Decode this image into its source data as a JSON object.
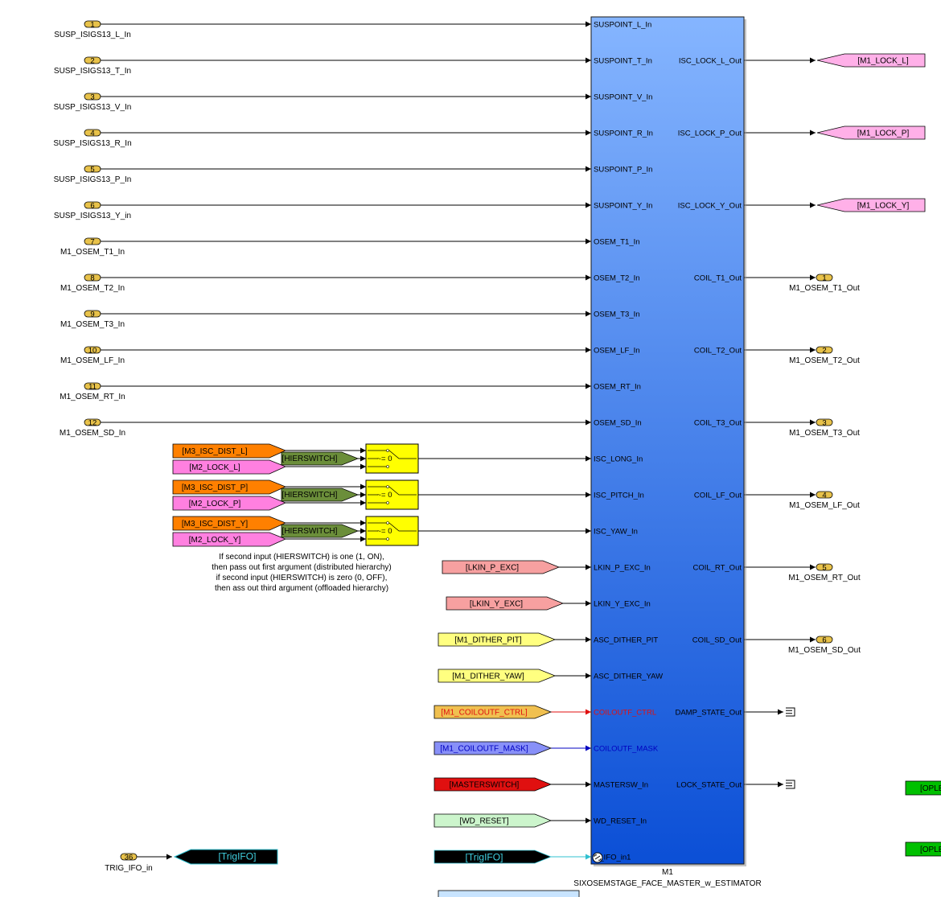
{
  "inports": [
    {
      "num": "1",
      "name": "SUSP_ISIGS13_L_In"
    },
    {
      "num": "2",
      "name": "SUSP_ISIGS13_T_In"
    },
    {
      "num": "3",
      "name": "SUSP_ISIGS13_V_In"
    },
    {
      "num": "4",
      "name": "SUSP_ISIGS13_R_In"
    },
    {
      "num": "5",
      "name": "SUSP_ISIGS13_P_In"
    },
    {
      "num": "6",
      "name": "SUSP_ISIGS13_Y_in"
    },
    {
      "num": "7",
      "name": "M1_OSEM_T1_In"
    },
    {
      "num": "8",
      "name": "M1_OSEM_T2_In"
    },
    {
      "num": "9",
      "name": "M1_OSEM_T3_In"
    },
    {
      "num": "10",
      "name": "M1_OSEM_LF_In"
    },
    {
      "num": "11",
      "name": "M1_OSEM_RT_In"
    },
    {
      "num": "12",
      "name": "M1_OSEM_SD_In"
    }
  ],
  "trig_inport": {
    "num": "36",
    "name": "TRIG_IFO_in"
  },
  "trig_goto": "[TrigIFO]",
  "block": {
    "name": "M1",
    "subtitle": "SIXOSEMSTAGE_FACE_MASTER_w_ESTIMATOR",
    "inputs": [
      "SUSPOINT_L_In",
      "SUSPOINT_T_In",
      "SUSPOINT_V_In",
      "SUSPOINT_R_In",
      "SUSPOINT_P_In",
      "SUSPOINT_Y_In",
      "OSEM_T1_In",
      "OSEM_T2_In",
      "OSEM_T3_In",
      "OSEM_LF_In",
      "OSEM_RT_In",
      "OSEM_SD_In",
      "ISC_LONG_In",
      "ISC_PITCH_In",
      "ISC_YAW_In",
      "LKIN_P_EXC_In",
      "LKIN_Y_EXC_In",
      "ASC_DITHER_PIT",
      "ASC_DITHER_YAW",
      "COILOUTF_CTRL",
      "COILOUTF_MASK",
      "MASTERSW_In",
      "WD_RESET_In",
      "G_IFO_in1"
    ],
    "outputs": [
      {
        "name": "ISC_LOCK_L_Out",
        "idx": 1
      },
      {
        "name": "ISC_LOCK_P_Out",
        "idx": 3
      },
      {
        "name": "ISC_LOCK_Y_Out",
        "idx": 5
      },
      {
        "name": "COIL_T1_Out",
        "idx": 7
      },
      {
        "name": "COIL_T2_Out",
        "idx": 9
      },
      {
        "name": "COIL_T3_Out",
        "idx": 11
      },
      {
        "name": "COIL_LF_Out",
        "idx": 13
      },
      {
        "name": "COIL_RT_Out",
        "idx": 15
      },
      {
        "name": "COIL_SD_Out",
        "idx": 17
      },
      {
        "name": "DAMP_STATE_Out",
        "idx": 19
      },
      {
        "name": "LOCK_STATE_Out",
        "idx": 21
      }
    ]
  },
  "switch_groups": [
    {
      "dist": "[M3_ISC_DIST_L]",
      "lock": "[M2_LOCK_L]",
      "hier": "[HIERSWITCH]",
      "cond": "~= 0",
      "target": 12
    },
    {
      "dist": "[M3_ISC_DIST_P]",
      "lock": "[M2_LOCK_P]",
      "hier": "[HIERSWITCH]",
      "cond": "~= 0",
      "target": 13
    },
    {
      "dist": "[M3_ISC_DIST_Y]",
      "lock": "[M2_LOCK_Y]",
      "hier": "[HIERSWITCH]",
      "cond": "~= 0",
      "target": 14
    }
  ],
  "note_lines": [
    "If second input (HIERSWITCH) is one (1, ON),",
    "then pass out first argument (distributed hierarchy)",
    "if second input (HIERSWITCH) is zero (0, OFF),",
    "then ass out third argument (offloaded hierarchy)"
  ],
  "from_tags": [
    {
      "label": "[LKIN_P_EXC]",
      "target": 15,
      "fill": "#f7a0a0",
      "text": "#000000",
      "line": "#000000"
    },
    {
      "label": "[LKIN_Y_EXC]",
      "target": 16,
      "fill": "#f7a0a0",
      "text": "#000000",
      "line": "#000000"
    },
    {
      "label": "[M1_DITHER_PIT]",
      "target": 17,
      "fill": "#ffff80",
      "text": "#000000",
      "line": "#000000"
    },
    {
      "label": "[M1_DITHER_YAW]",
      "target": 18,
      "fill": "#ffff80",
      "text": "#000000",
      "line": "#000000"
    },
    {
      "label": "[M1_COILOUTF_CTRL]",
      "target": 19,
      "fill": "#f0c050",
      "text": "#e01010",
      "line": "#e01010"
    },
    {
      "label": "[M1_COILOUTF_MASK]",
      "target": 20,
      "fill": "#8890f8",
      "text": "#0000c0",
      "line": "#0000c0"
    },
    {
      "label": "[MASTERSWITCH]",
      "target": 21,
      "fill": "#e01010",
      "text": "#000000",
      "line": "#000000"
    },
    {
      "label": "[WD_RESET]",
      "target": 22,
      "fill": "#ccf5cc",
      "text": "#000000",
      "line": "#000000"
    },
    {
      "label": "[TrigIFO]",
      "target": 23,
      "fill": "#000000",
      "text": "#40d0e0",
      "line": "#30c0d0"
    }
  ],
  "goto_tags": [
    {
      "label": "[M1_LOCK_L]",
      "output": 0
    },
    {
      "label": "[M1_LOCK_P]",
      "output": 1
    },
    {
      "label": "[M1_LOCK_Y]",
      "output": 2
    }
  ],
  "outports": [
    {
      "num": "1",
      "name": "M1_OSEM_T1_Out",
      "output": 3
    },
    {
      "num": "2",
      "name": "M1_OSEM_T2_Out",
      "output": 4
    },
    {
      "num": "3",
      "name": "M1_OSEM_T3_Out",
      "output": 5
    },
    {
      "num": "4",
      "name": "M1_OSEM_LF_Out",
      "output": 6
    },
    {
      "num": "5",
      "name": "M1_OSEM_RT_Out",
      "output": 7
    },
    {
      "num": "6",
      "name": "M1_OSEM_SD_Out",
      "output": 8
    }
  ],
  "edge_tags": [
    {
      "label": "[OPLE"
    },
    {
      "label": "[OPLE"
    }
  ],
  "colors": {
    "block_top": "#85b5ff",
    "block_bottom": "#0b4fd6",
    "port": "#e8c24a",
    "orange": "#ff8000",
    "pink": "#ff80e0",
    "hier": "#6b8e3a",
    "switch": "#ffff00",
    "goto_pink": "#ffb0e8",
    "green_edge": "#00c000"
  }
}
